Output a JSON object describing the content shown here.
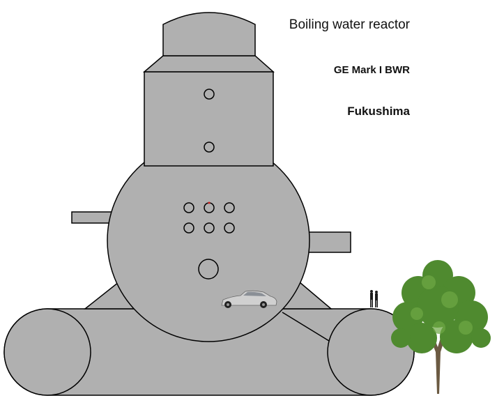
{
  "labels": {
    "title": "Boiling water reactor",
    "model": "GE Mark I BWR",
    "site": "Fukushima"
  },
  "colors": {
    "structure_fill": "#b0b0b0",
    "outline": "#000000",
    "background": "#ffffff",
    "car_body": "#d0d0d0",
    "foliage": "#4f8a2f",
    "trunk": "#6b5a42"
  },
  "icons": {
    "car": "car-icon",
    "people": "people-icon",
    "tree": "tree-icon"
  }
}
